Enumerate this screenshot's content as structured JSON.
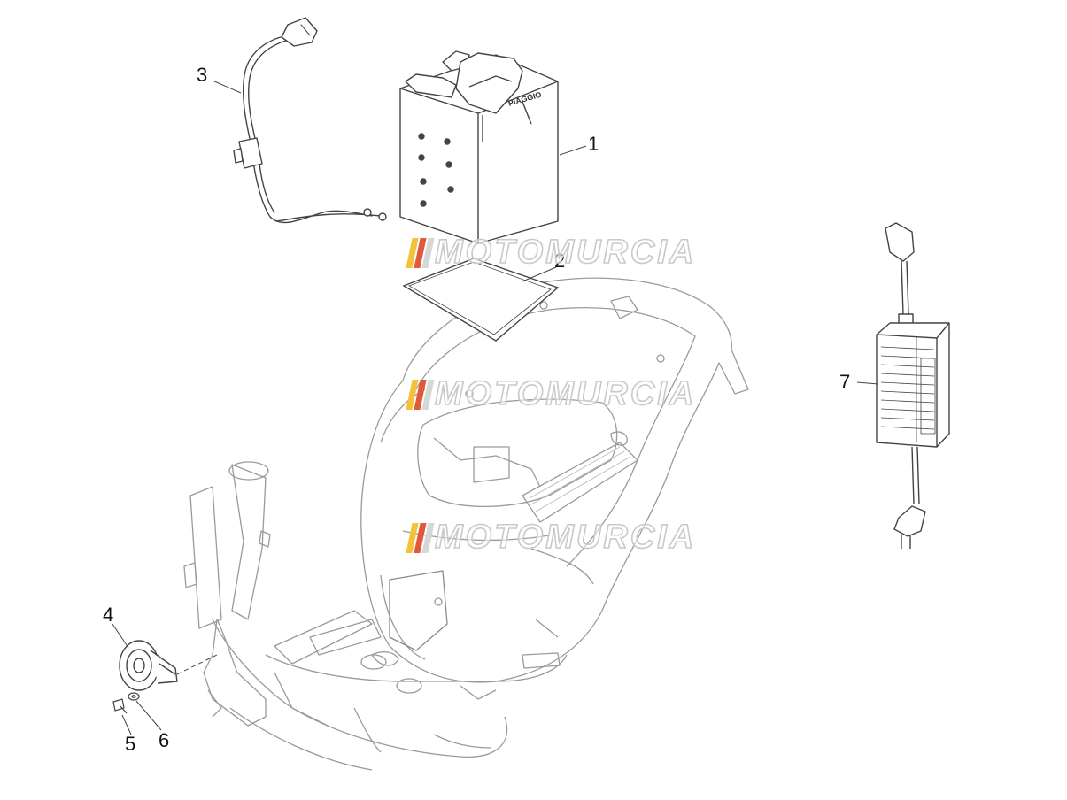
{
  "callouts": [
    {
      "label": "1",
      "part": "battery"
    },
    {
      "label": "2",
      "part": "battery-pad"
    },
    {
      "label": "3",
      "part": "battery-cable"
    },
    {
      "label": "4",
      "part": "horn"
    },
    {
      "label": "5",
      "part": "screw"
    },
    {
      "label": "6",
      "part": "washer"
    },
    {
      "label": "7",
      "part": "battery-charger"
    }
  ],
  "battery_brand": "PIAGGIO",
  "watermark": {
    "text": "MOTOMURCIA",
    "stripe_colors": [
      "#f2c23a",
      "#e05a3a",
      "#d7d7d7"
    ]
  },
  "colors": {
    "line": "#444444",
    "frame_line": "#9a9a9a",
    "fill": "#ffffff"
  }
}
